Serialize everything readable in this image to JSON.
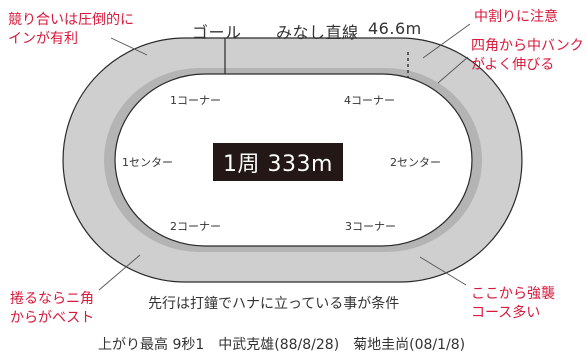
{
  "title_labels": {
    "goal": "ゴール",
    "straight": "みなし直線",
    "straight_length": "46.6m"
  },
  "center_title": "1周 333m",
  "corners": {
    "c1": "1コーナー",
    "c2": "2コーナー",
    "c3": "3コーナー",
    "c4": "4コーナー"
  },
  "centers": {
    "left": "1センター",
    "right": "2センター"
  },
  "notes": {
    "top_left": [
      "競り合いは圧倒的に",
      "インが有利"
    ],
    "top_right_1": "中割りに注意",
    "top_right_2": [
      "四角から中バンク",
      "がよく伸びる"
    ],
    "bottom_left": [
      "捲るならニ角",
      "からがベスト"
    ],
    "bottom_right": [
      "ここから強襲",
      "コース多い"
    ],
    "bottom_center": "先行は打鐘でハナに立っている事が条件"
  },
  "footer": "上がり最高 9秒1　中武克雄(88/8/28)　菊地圭尚(08/1/8)",
  "colors": {
    "track_outer": "#cfcfcf",
    "track_inner_shade": "#b4b4b4",
    "infield": "#ffffff",
    "note_red": "#d81a3c",
    "title_box": "#231815"
  }
}
